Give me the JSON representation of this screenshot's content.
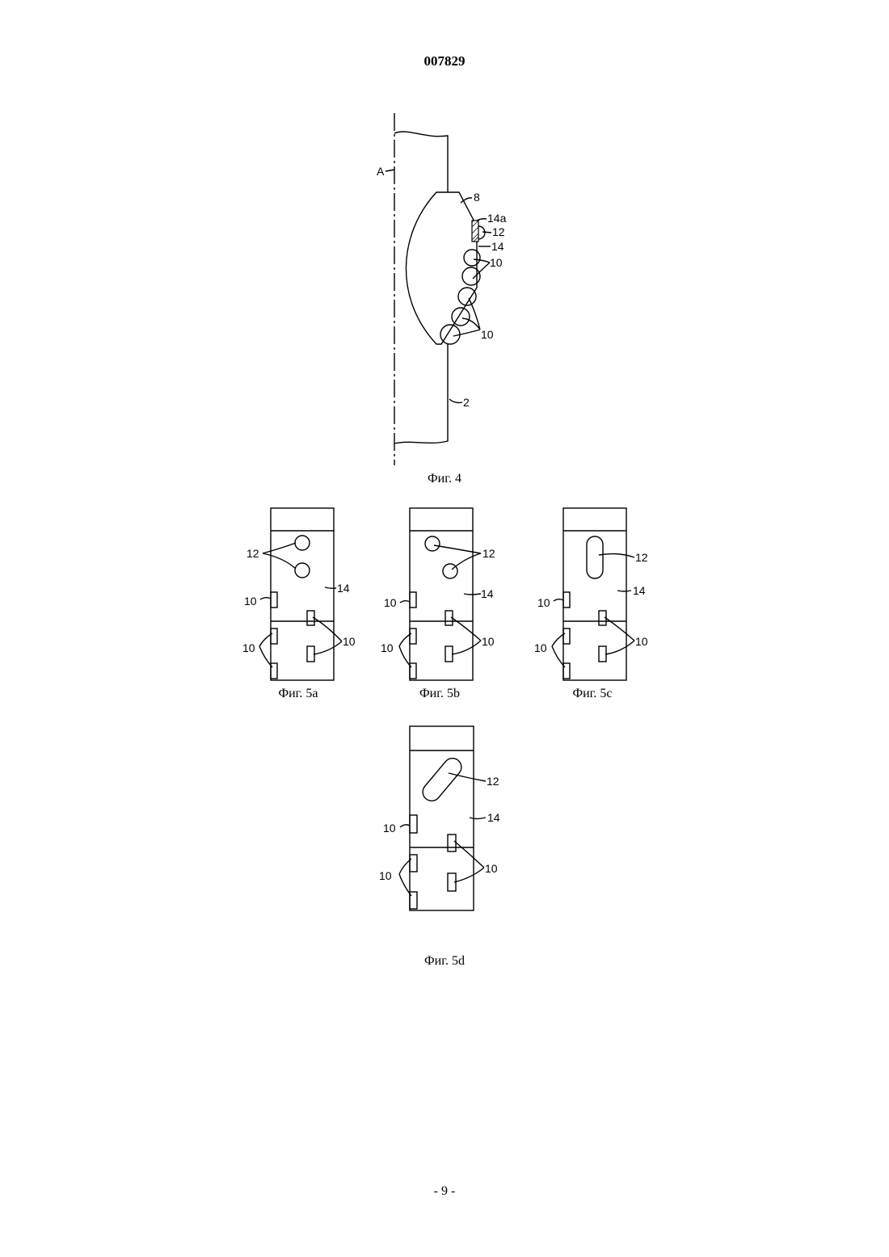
{
  "header": {
    "doc_number": "007829"
  },
  "figures": {
    "fig4": {
      "caption": "Фиг. 4",
      "labels": {
        "axis": "A",
        "part8": "8",
        "part14a": "14a",
        "part12": "12",
        "part14": "14",
        "part10_upper": "10",
        "part10_lower": "10",
        "part2": "2"
      }
    },
    "fig5a": {
      "caption": "Фиг. 5a",
      "labels": {
        "l12": "12",
        "l14": "14",
        "l10_single": "10",
        "l10_left": "10",
        "l10_right": "10"
      }
    },
    "fig5b": {
      "caption": "Фиг. 5b",
      "labels": {
        "l12": "12",
        "l14": "14",
        "l10_single": "10",
        "l10_left": "10",
        "l10_right": "10"
      }
    },
    "fig5c": {
      "caption": "Фиг. 5c",
      "labels": {
        "l12": "12",
        "l14": "14",
        "l10_single": "10",
        "l10_left": "10",
        "l10_right": "10"
      }
    },
    "fig5d": {
      "caption": "Фиг. 5d",
      "labels": {
        "l12": "12",
        "l14": "14",
        "l10_single": "10",
        "l10_left": "10",
        "l10_right": "10"
      }
    }
  },
  "footer": {
    "page_number": "- 9 -"
  }
}
